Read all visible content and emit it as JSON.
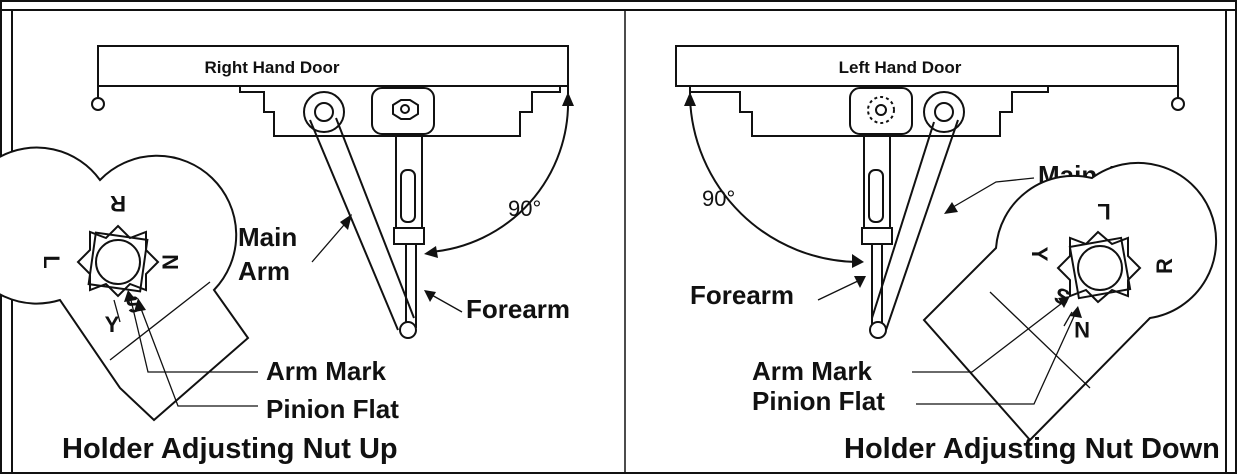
{
  "left_panel": {
    "door_label": "Right Hand Door",
    "angle": "90°",
    "main_arm_line1": "Main",
    "main_arm_line2": "Arm",
    "forearm": "Forearm",
    "arm_mark": "Arm Mark",
    "pinion_flat": "Pinion Flat",
    "caption": "Holder Adjusting Nut Up",
    "dial_letters": {
      "top": "R",
      "left": "L",
      "right": "N",
      "bottom": "Y",
      "center": "S"
    }
  },
  "right_panel": {
    "door_label": "Left Hand Door",
    "angle": "90°",
    "main_arm": "Main Arm",
    "forearm": "Forearm",
    "arm_mark": "Arm Mark",
    "pinion_flat": "Pinion Flat",
    "caption": "Holder Adjusting Nut Down",
    "dial_letters": {
      "top": "L",
      "left": "Y",
      "right": "R",
      "bottom": "N",
      "center": "S"
    }
  },
  "colors": {
    "ink": "#111111",
    "background": "#ffffff"
  }
}
